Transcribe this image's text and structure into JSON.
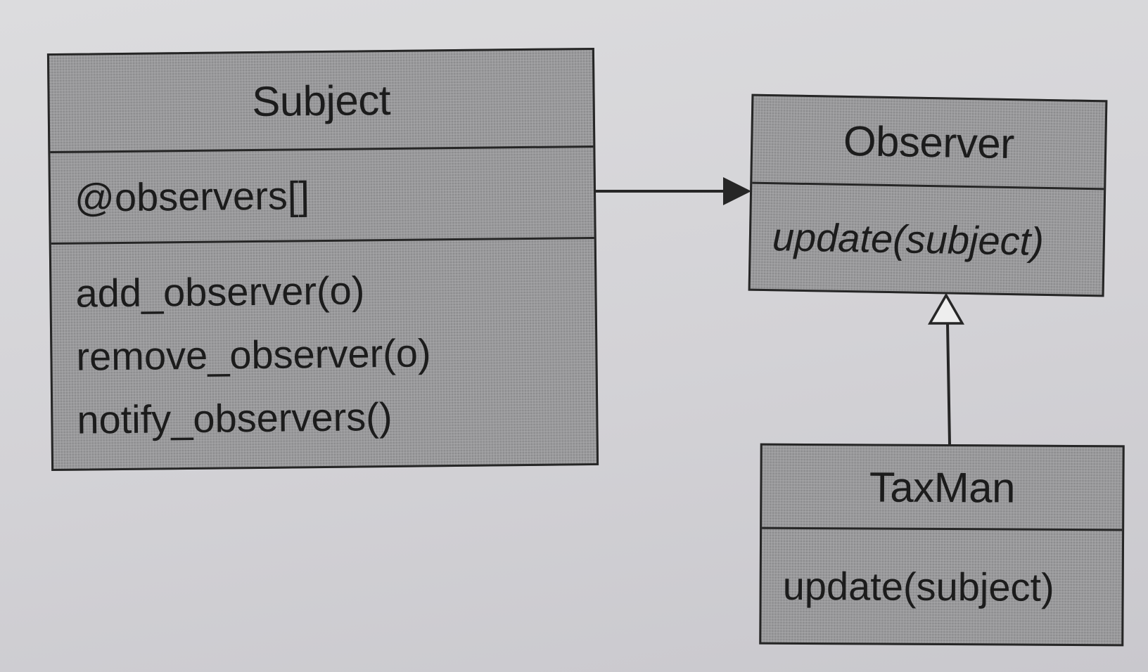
{
  "diagram": {
    "classes": [
      {
        "id": "subject",
        "name": "Subject",
        "attributes": [
          "@observers[]"
        ],
        "operations": [
          "add_observer(o)",
          "remove_observer(o)",
          "notify_observers()"
        ]
      },
      {
        "id": "observer",
        "name": "Observer",
        "attributes": [],
        "operations": [
          "update(subject)"
        ],
        "operations_italic": true
      },
      {
        "id": "taxman",
        "name": "TaxMan",
        "attributes": [],
        "operations": [
          "update(subject)"
        ]
      }
    ],
    "relationships": [
      {
        "from": "subject",
        "to": "observer",
        "type": "association",
        "arrowhead": "filled-triangle"
      },
      {
        "from": "taxman",
        "to": "observer",
        "type": "generalization",
        "arrowhead": "hollow-triangle"
      }
    ],
    "colors": {
      "class_fill": "#9a9a9c",
      "line": "#262626",
      "background": "#d6d5d9"
    }
  }
}
